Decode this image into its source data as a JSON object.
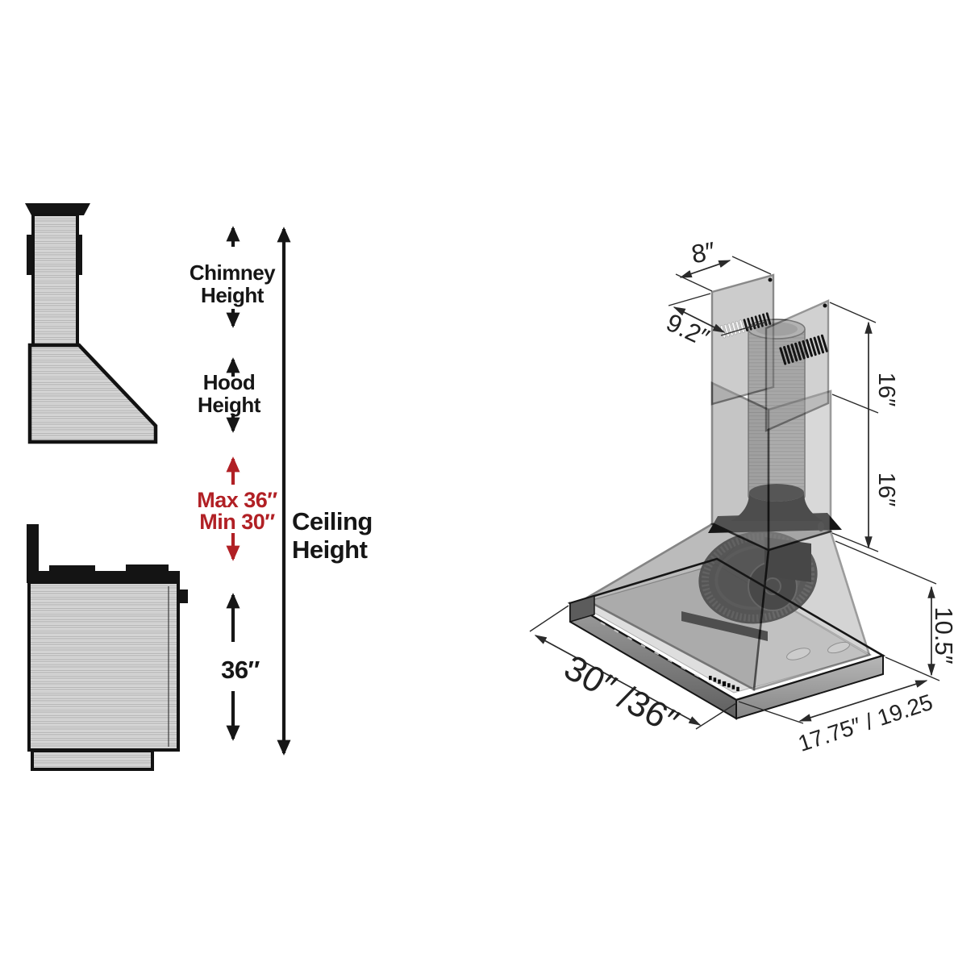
{
  "left_view": {
    "chimney_height": [
      "Chimney",
      "Height"
    ],
    "hood_height": [
      "Hood",
      "Height"
    ],
    "clearance_max": "Max 36″",
    "clearance_min": "Min 30″",
    "range_to_hood": "36″",
    "ceiling_height": [
      "Ceiling",
      "Height"
    ]
  },
  "iso_view": {
    "chimney_top_depth": "8″",
    "chimney_top_width": "9.2″",
    "chimney_upper_height": "16″",
    "chimney_lower_height": "16″",
    "hood_body_height": "10.5″",
    "hood_width": "30″ /36″",
    "hood_depth": "17.75″ / 19.25"
  },
  "colors": {
    "accent_red": "#b12025",
    "ink": "#161616",
    "steel_light": "#d9d9d9",
    "glass_gray": "#8d8d8d"
  }
}
